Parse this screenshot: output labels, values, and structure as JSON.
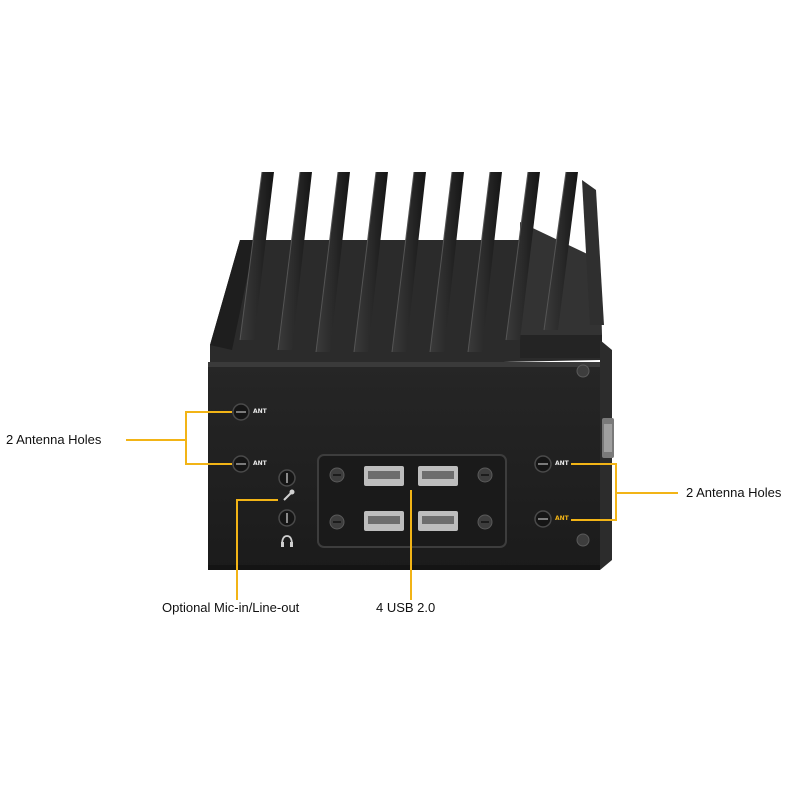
{
  "device": {
    "port_labels": {
      "left_antenna_top": "ANT",
      "left_antenna_bottom": "ANT",
      "right_antenna_top": "ANT",
      "right_antenna_bottom": "ANT"
    },
    "icons": [
      "antenna-hole-icon",
      "microphone-icon",
      "headphone-icon",
      "usb-port-icon",
      "screw-icon"
    ]
  },
  "callouts": {
    "left_antenna": "2 Antenna Holes",
    "right_antenna": "2 Antenna Holes",
    "audio": "Optional Mic-in/Line-out",
    "usb": "4 USB 2.0"
  },
  "colors": {
    "callout_line": "#f2b416",
    "chassis": "#1f1f1f",
    "background": "#ffffff"
  }
}
